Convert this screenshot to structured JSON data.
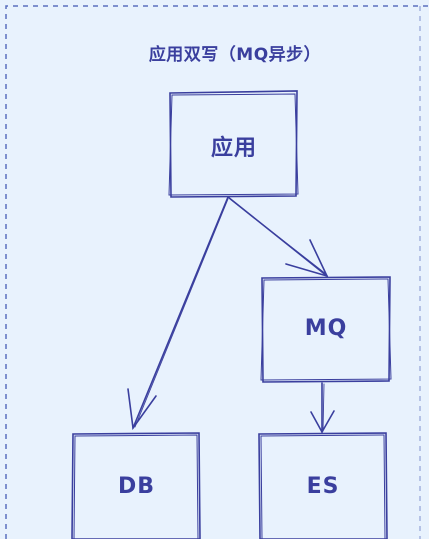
{
  "diagram": {
    "title": "应用双写（MQ异步）",
    "nodes": {
      "app": "应用",
      "mq": "MQ",
      "db": "DB",
      "es": "ES"
    },
    "colors": {
      "background": "#e8f2fd",
      "stroke": "#3a3f9e",
      "frame_dash": "#5a6fbf"
    }
  }
}
